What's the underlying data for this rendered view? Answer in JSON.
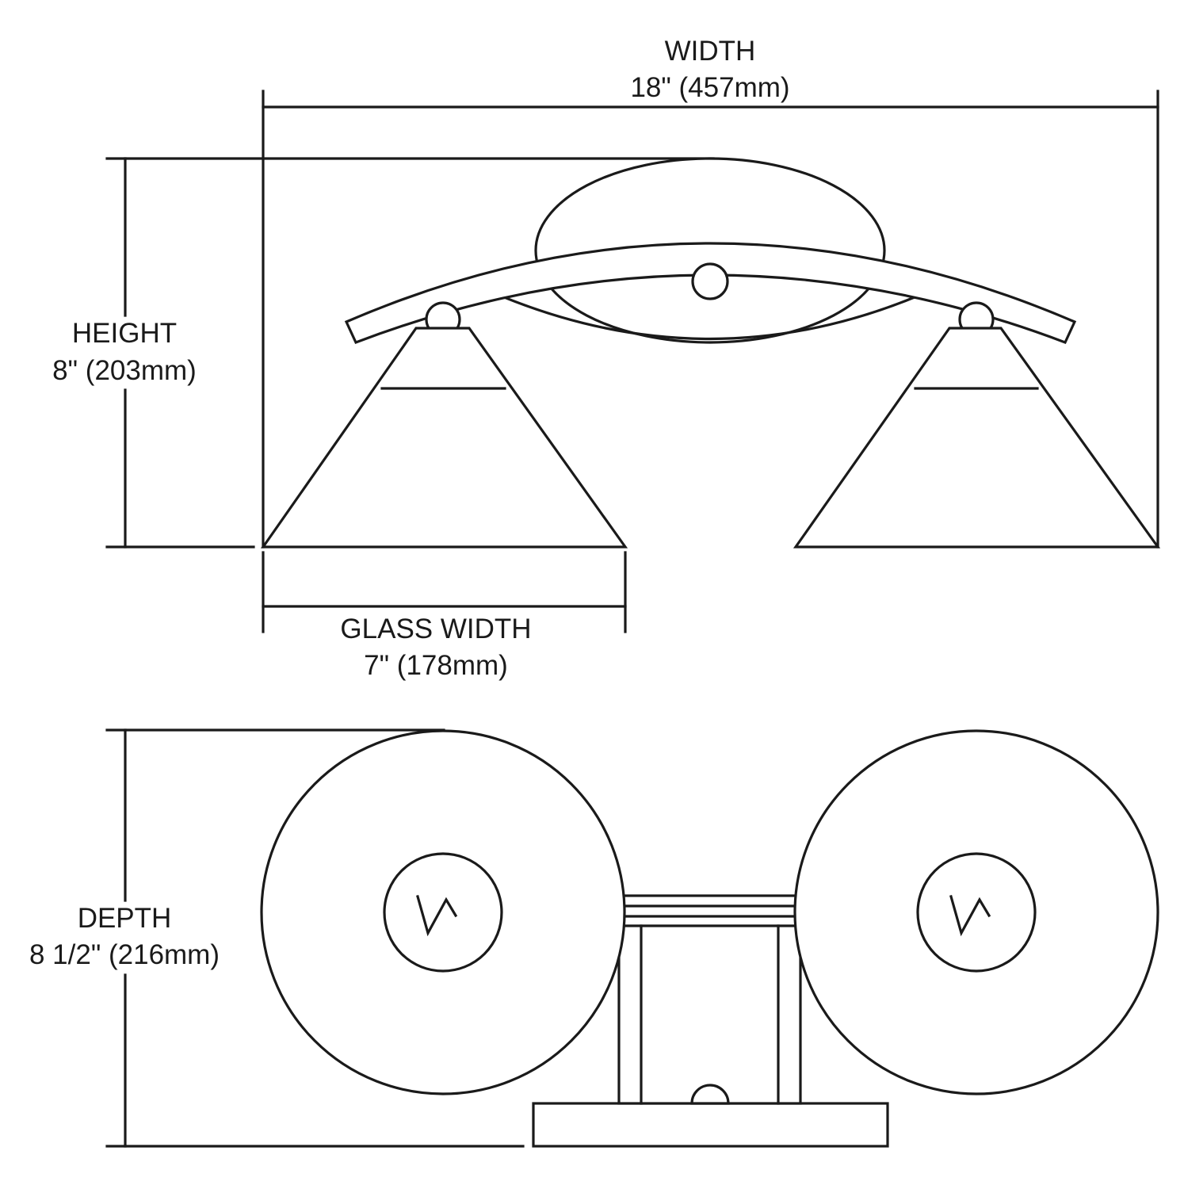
{
  "dimensions": {
    "width": {
      "title": "WIDTH",
      "value": "18\" (457mm)"
    },
    "height": {
      "title": "HEIGHT",
      "value": "8\" (203mm)"
    },
    "glass_width": {
      "title": "GLASS WIDTH",
      "value": "7\" (178mm)"
    },
    "depth": {
      "title": "DEPTH",
      "value": "8 1/2\" (216mm)"
    }
  }
}
